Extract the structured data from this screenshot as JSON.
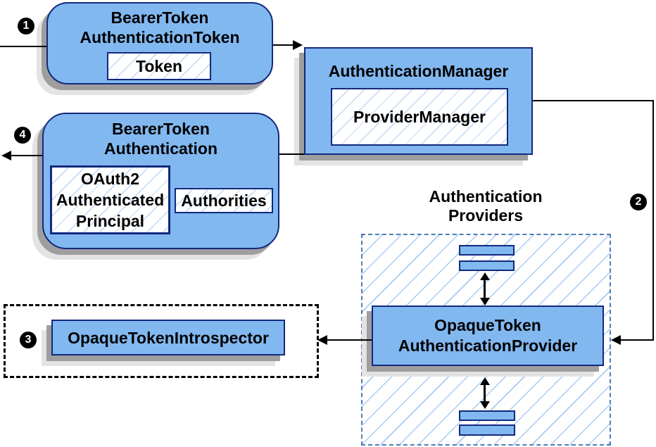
{
  "diagram": {
    "kind": "spring-security-opaque-token-flow",
    "nodes": {
      "bearer_token_authentication_token": {
        "title_line1": "BearerToken",
        "title_line2": "AuthenticationToken",
        "field_token": "Token"
      },
      "authentication_manager": {
        "title": "AuthenticationManager",
        "field_provider_manager": "ProviderManager"
      },
      "bearer_token_authentication": {
        "title_line1": "BearerToken",
        "title_line2": "Authentication",
        "principal_line1": "OAuth2",
        "principal_line2": "Authenticated",
        "principal_line3": "Principal",
        "field_authorities": "Authorities"
      },
      "authentication_providers": {
        "label_line1": "Authentication",
        "label_line2": "Providers"
      },
      "opaque_token_authentication_provider": {
        "title_line1": "OpaqueToken",
        "title_line2": "AuthenticationProvider"
      },
      "opaque_token_introspector": {
        "title": "OpaqueTokenIntrospector"
      }
    },
    "step_markers": {
      "step1": "1",
      "step2": "2",
      "step3": "3",
      "step4": "4"
    },
    "colors": {
      "node_fill": "#82B8F0",
      "node_border": "#12297E",
      "hatch_line": "#A9CBF2",
      "providers_dashed_border": "#4E7DB5",
      "introspector_dashed_border": "#000000",
      "shadow_dark": "#9E9E9E",
      "shadow_light": "#E3E3E3",
      "connector": "#000000",
      "step_circle_bg": "#000000",
      "step_circle_text": "#FFFFFF"
    }
  }
}
